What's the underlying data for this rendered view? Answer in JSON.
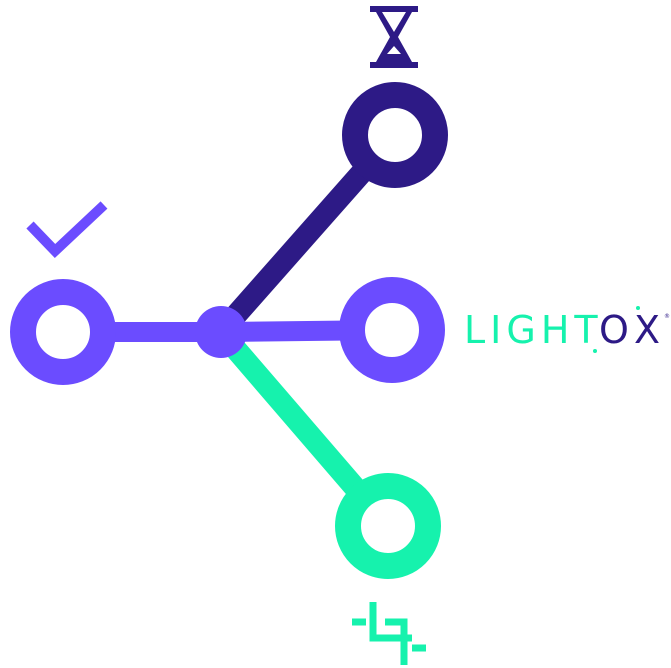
{
  "colors": {
    "purple": "#6b4cff",
    "dark_purple": "#2d1a86",
    "green": "#16f2ad",
    "background": "#ffffff"
  },
  "icons": {
    "top": "hourglass-icon",
    "left": "checkmark-icon",
    "bottom": "crop-icon",
    "center": "hub-node"
  },
  "logo": {
    "text_main": "LIGHT",
    "text_o": "O",
    "text_x": "X",
    "registered": "®"
  }
}
